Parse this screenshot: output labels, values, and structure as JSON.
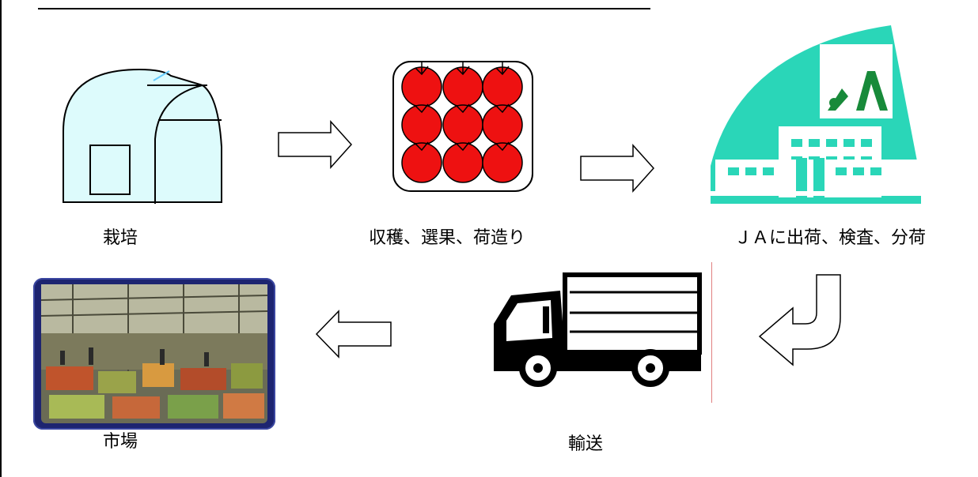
{
  "labels": {
    "cultivation": "栽培",
    "harvest": "収穫、選果、荷造り",
    "ja": "ＪＡに出荷、検査、分荷",
    "transport": "輸送",
    "market": "市場"
  },
  "colors": {
    "greenhouse_fill": "#ddfbfc",
    "tomato_red": "#ee1111",
    "ja_teal": "#2ad6b8",
    "ja_green": "#188a3a",
    "market_frame": "#1d2470"
  },
  "icons": [
    "greenhouse-icon",
    "tomato-tray-icon",
    "ja-building-icon",
    "truck-icon",
    "market-photo",
    "arrow-right-icon",
    "arrow-left-icon",
    "arrow-curved-icon"
  ]
}
